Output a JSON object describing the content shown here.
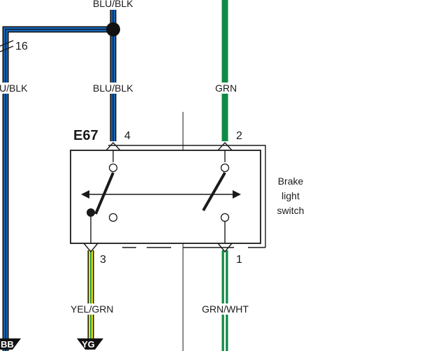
{
  "component": {
    "id": "E67",
    "name_lines": [
      "Brake",
      "light",
      "switch"
    ]
  },
  "pins": {
    "p4": "4",
    "p2": "2",
    "p3": "3",
    "p1": "1"
  },
  "splice_number": "16",
  "wires": {
    "top_blu_blk": "BLU/BLK",
    "left_blu_blk_partial": "U/BLK",
    "mid_blu_blk": "BLU/BLK",
    "grn": "GRN",
    "yel_grn": "YEL/GRN",
    "grn_wht": "GRN/WHT"
  },
  "connectors": {
    "left": "BB",
    "mid": "YG"
  },
  "colors": {
    "blue": "#1565b8",
    "black": "#111111",
    "green": "#0f8a45",
    "yellow": "#e8e21a",
    "white": "#ffffff",
    "outline": "#1a1a1a"
  }
}
